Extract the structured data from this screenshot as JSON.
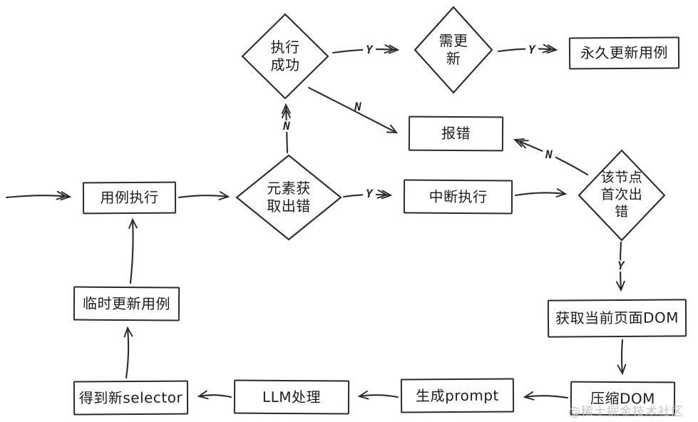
{
  "diagram": {
    "title_hint": "use-case execution with LLM selector repair flowchart",
    "background_color": "#ffffff",
    "stroke_color": "#2b2b2b",
    "watermark": "@稀土掘金技术社区",
    "nodes": {
      "exec_success": {
        "type": "decision",
        "label": "执行\n成功"
      },
      "need_update": {
        "type": "decision",
        "label": "需更\n新"
      },
      "perm_update": {
        "type": "process",
        "label": "永久更新用例"
      },
      "report_error": {
        "type": "process",
        "label": "报错"
      },
      "case_exec": {
        "type": "process",
        "label": "用例执行"
      },
      "elem_error": {
        "type": "decision",
        "label": "元素获\n取出错"
      },
      "interrupt": {
        "type": "process",
        "label": "中断执行"
      },
      "first_error": {
        "type": "decision",
        "label": "该节点\n首次出\n错"
      },
      "get_dom": {
        "type": "process",
        "label": "获取当前页面DOM"
      },
      "compress_dom": {
        "type": "process",
        "label": "压缩DOM"
      },
      "gen_prompt": {
        "type": "process",
        "label": "生成prompt"
      },
      "llm_process": {
        "type": "process",
        "label": "LLM处理"
      },
      "new_selector": {
        "type": "process",
        "label": "得到新selector"
      },
      "temp_update": {
        "type": "process",
        "label": "临时更新用例"
      }
    },
    "edge_labels": {
      "exec_to_need": "Y",
      "need_to_perm": "Y",
      "elem_to_interrupt": "Y",
      "first_to_dom": "Y",
      "elem_to_exec": "N",
      "exec_to_error": "N",
      "first_to_error": "N"
    }
  }
}
